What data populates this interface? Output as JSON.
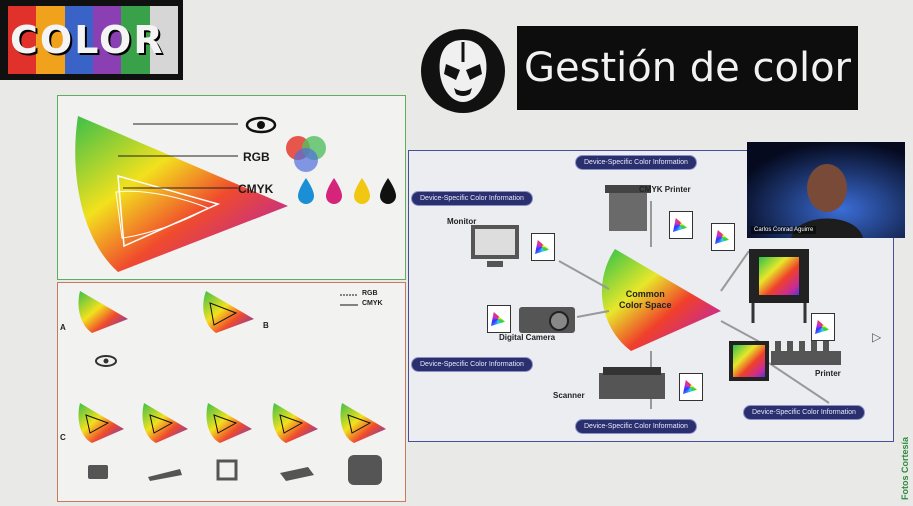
{
  "logo": {
    "text": "COLOR"
  },
  "title": "Gestión de color",
  "panel_top_left": {
    "labels": {
      "rgb": "RGB",
      "cmyk": "CMYK"
    }
  },
  "panel_bottom_left": {
    "legend": {
      "rgb": "RGB",
      "cmyk": "CMYK"
    },
    "row_labels": {
      "a": "A",
      "b": "B",
      "c": "C"
    }
  },
  "panel_right": {
    "center_label_1": "Common",
    "center_label_2": "Color Space",
    "devices": {
      "cmyk_printer": "CMYK Printer",
      "monitor": "Monitor",
      "digital_camera": "Digital Camera",
      "scanner": "Scanner",
      "printer": "Printer"
    },
    "pills": {
      "top": "Device-Specific Color Information",
      "left_top": "Device-Specific Color Information",
      "left_bottom": "Device-Specific Color Information",
      "bottom": "Device-Specific Color Information",
      "right_bottom": "Device-Specific Color Information"
    }
  },
  "webcam": {
    "name": "Carlos Conrad Aguirre"
  },
  "watermark": "Fotos Cortesía",
  "colors": {
    "accent_green": "#5fae5f",
    "accent_orange": "#c87a5a",
    "accent_blue": "#4a4f9c",
    "pill_bg": "#2a2f6e"
  },
  "icons": [
    "eye-icon",
    "wrestling-mask-icon",
    "ink-drop-icon",
    "cursor-icon"
  ]
}
